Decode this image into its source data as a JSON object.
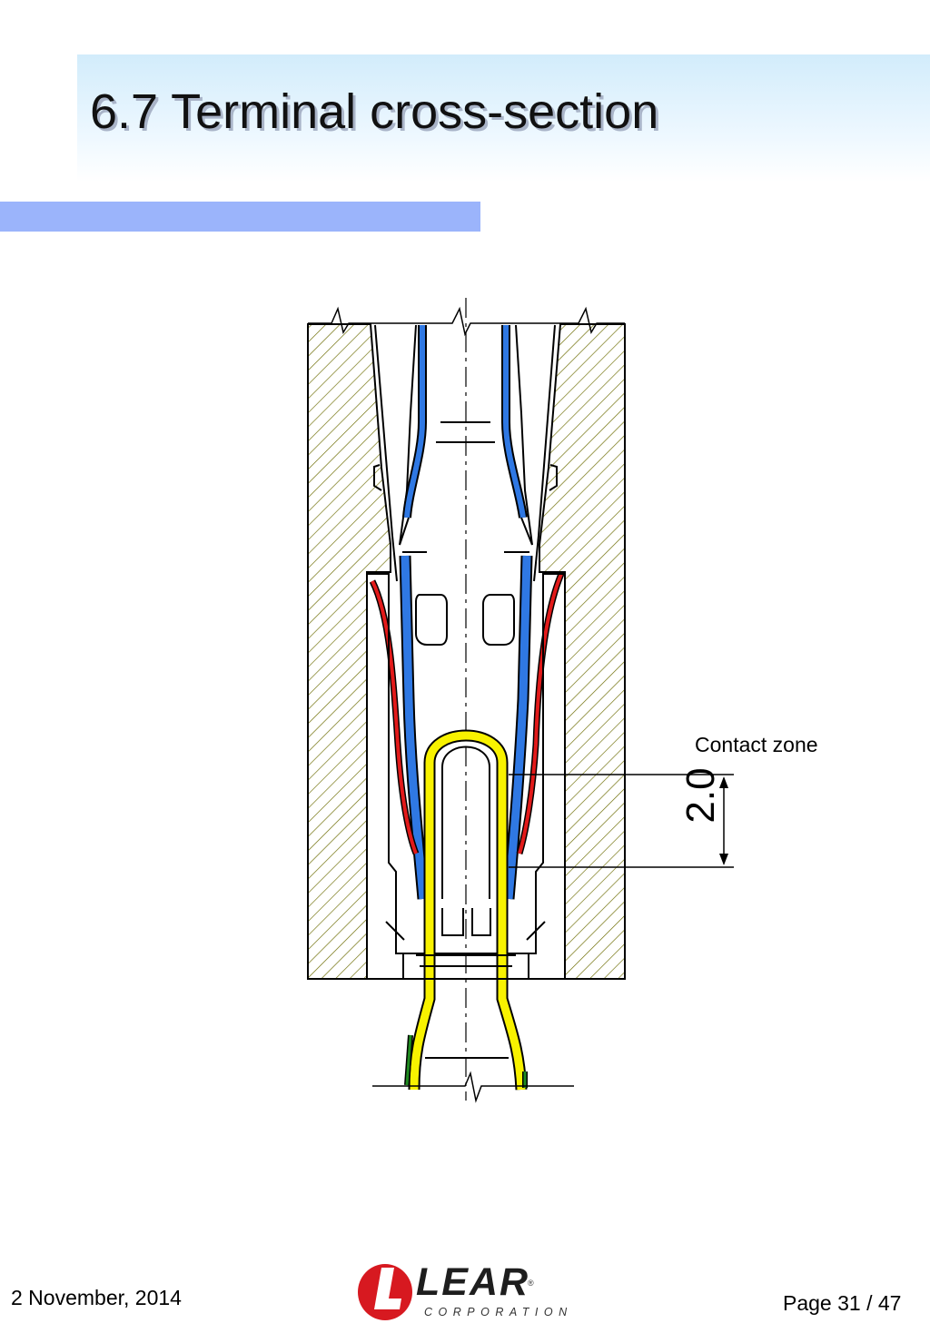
{
  "header": {
    "title": "6.7 Terminal cross-section"
  },
  "drawing": {
    "contact_zone_label": "Contact zone",
    "dimension_value": "2.0",
    "colors": {
      "housing_hatch": "#6b6b00",
      "outline": "#000000",
      "terminal_blue": "#2f78e3",
      "spring_red": "#e21a1a",
      "pin_yellow": "#f8f200",
      "retainer_green": "#1f8a1f"
    }
  },
  "footer": {
    "date": "2 November, 2014",
    "page": "Page 31 / 47",
    "logo": {
      "word": "LEAR",
      "subtitle": "CORPORATION",
      "registered": "®",
      "brand_red": "#d71920"
    }
  }
}
